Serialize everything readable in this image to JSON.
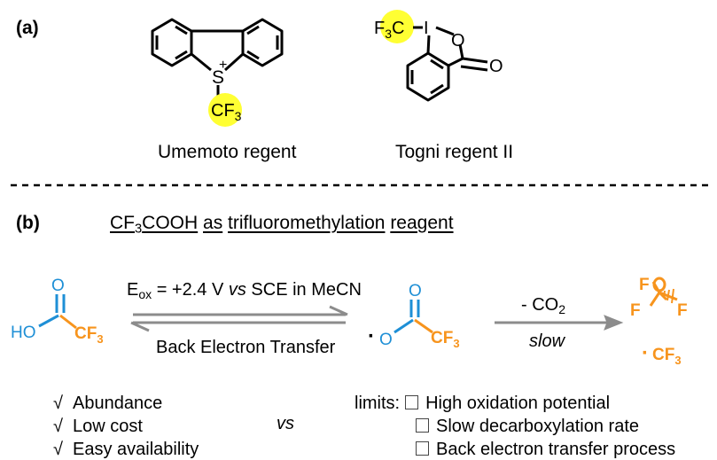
{
  "colors": {
    "highlight": "#ffff33",
    "blue": "#1e8fd6",
    "orange": "#f7941d",
    "arrow": "#8c8c8c",
    "divider": "#000000"
  },
  "panel_a": {
    "label": "(a)",
    "umemoto": {
      "name": "Umemoto regent",
      "sulfur": "S",
      "charge": "+",
      "cf3_c": "CF",
      "cf3_sub": "3"
    },
    "togni": {
      "name": "Togni regent II",
      "f3c_pre": "F",
      "f3c_sub": "3",
      "f3c_post": "C",
      "iodine": "I",
      "ring_o": "O",
      "carbonyl_o": "O"
    }
  },
  "panel_b": {
    "label": "(b)",
    "title": {
      "w1_pre": "CF",
      "w1_sub": "3",
      "w1_post": "COOH",
      "w2": "as",
      "w3": "trifluoromethylation",
      "w4": "reagent"
    },
    "acid": {
      "ho": "HO",
      "o": "O",
      "cf3": "CF",
      "cf3_sub": "3"
    },
    "radical": {
      "dot": "·",
      "o_left": "O",
      "o_top": "O",
      "cf3": "CF",
      "cf3_sub": "3"
    },
    "eq_top": {
      "e": "E",
      "e_sub": "ox",
      "pre": " = +2.4 V ",
      "vs": "vs",
      "post": " SCE in MeCN"
    },
    "eq_bottom": "Back Electron Transfer",
    "arrow2_top": {
      "pre": "- CO",
      "sub": "2"
    },
    "arrow2_bottom": "slow",
    "product": {
      "f": "F",
      "f_left": "F",
      "f_right": "F",
      "dot": "·",
      "cf3": "CF",
      "cf3_sub": "3"
    },
    "advantages": {
      "check": "√",
      "items": [
        "Abundance",
        "Low cost",
        "Easy availability"
      ]
    },
    "vs": "vs",
    "limits": {
      "label": "limits:",
      "items": [
        "High oxidation potential",
        "Slow decarboxylation rate",
        "Back electron transfer process"
      ]
    }
  }
}
